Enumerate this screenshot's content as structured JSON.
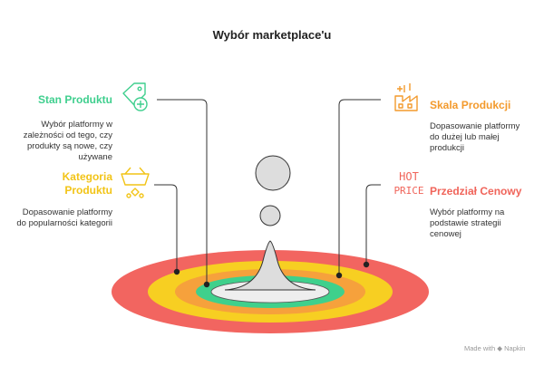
{
  "title": "Wybór marketplace'u",
  "footer": "Made with ◆ Napkin",
  "colors": {
    "green": "#3fcf8e",
    "yellow": "#f2c417",
    "orange": "#f39a2c",
    "red": "#f0645a",
    "ring_red": "#f26560",
    "ring_yellow": "#f7cf22",
    "ring_orange": "#f6a13c",
    "ring_green": "#3fd08c",
    "center": "#eeeeee",
    "drop": "#dddddd",
    "line": "#333333"
  },
  "items": [
    {
      "key": "stan",
      "heading": "Stan Produktu",
      "desc": "Wybór platformy w zależności od tego, czy produkty są nowe, czy używane",
      "icon": "price-tag-plus-icon"
    },
    {
      "key": "kategoria",
      "heading": "Kategoria Produktu",
      "desc": "Dopasowanie platformy do popularności kategorii",
      "icon": "shopping-basket-icon"
    },
    {
      "key": "skala",
      "heading": "Skala Produkcji",
      "desc": "Dopasowanie platformy do dużej lub małej produkcji",
      "icon": "factory-icon"
    },
    {
      "key": "przedzial",
      "heading": "Przedział Cenowy",
      "desc": "Wybór platformy na podstawie strategii cenowej",
      "icon": "hot-price-icon"
    }
  ],
  "hot_price": {
    "line1": "HOT",
    "line2": "PRICE"
  }
}
